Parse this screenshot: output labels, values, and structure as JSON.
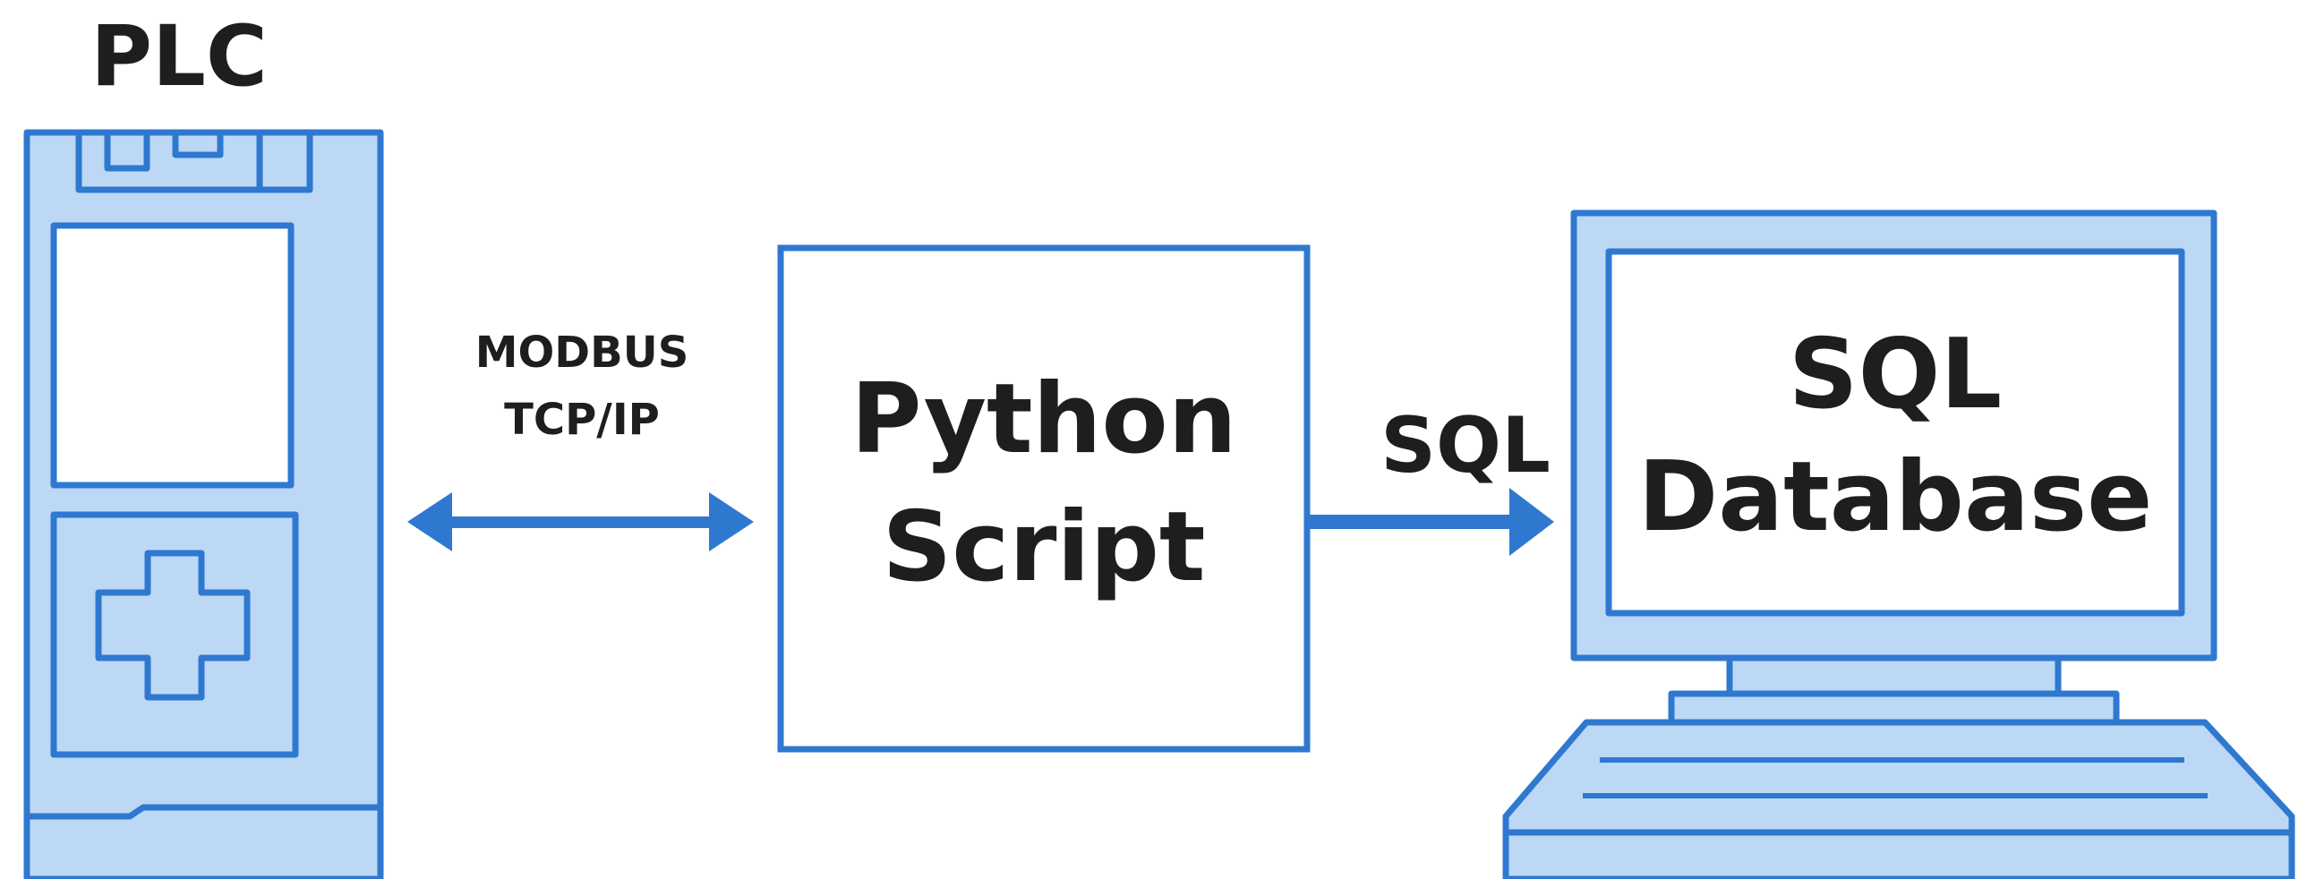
{
  "plc": {
    "title": "PLC"
  },
  "link_plc_python": {
    "line1": "MODBUS",
    "line2": "TCP/IP"
  },
  "python": {
    "line1": "Python",
    "line2": "Script"
  },
  "link_python_sql": {
    "label": "SQL"
  },
  "database": {
    "line1": "SQL",
    "line2": "Database"
  },
  "colors": {
    "stroke": "#2f78d0",
    "fill_light": "#bcd8f4",
    "text": "#1e1e1e",
    "background": "#ffffff"
  }
}
